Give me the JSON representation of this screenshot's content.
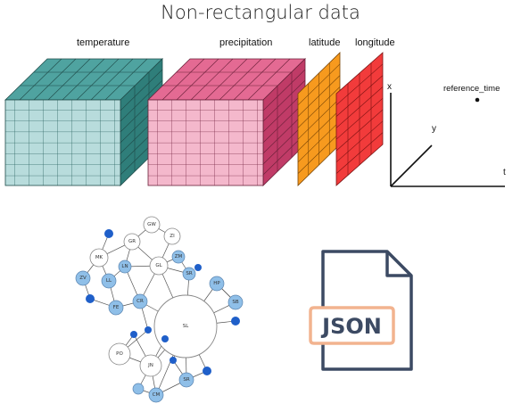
{
  "title": "Non-rectangular data",
  "arrays": [
    {
      "label": "temperature",
      "color_front": "#b8dcdc",
      "color_top": "#4fa3a0",
      "color_side": "#2f7e7a"
    },
    {
      "label": "precipitation",
      "color_front": "#f4b8cc",
      "color_top": "#e46a93",
      "color_side": "#c03b67"
    },
    {
      "label": "latitude",
      "color_front": "#f79a1e"
    },
    {
      "label": "longitude",
      "color_front": "#f23b3b"
    }
  ],
  "axes": {
    "x": "x",
    "y": "y",
    "t": "t",
    "reference": "reference_time"
  },
  "graph": {
    "nodes": [
      "GW",
      "GR",
      "ZI",
      "MK",
      "LN",
      "GL",
      "ZM",
      "ZV",
      "LL",
      "SR",
      "HP",
      "FE",
      "CR",
      "SB",
      "SL",
      "PO",
      "JN",
      "SR2",
      "CM"
    ],
    "node_labels": {
      "GW": "GW",
      "GR": "GR",
      "ZI": "ZI",
      "MK": "MK",
      "LN": "LN",
      "GL": "GL",
      "ZM": "ZM",
      "ZV": "ZV",
      "LL": "LL",
      "SR": "SR",
      "HP": "HP",
      "FE": "FE",
      "CR": "CR",
      "SB": "SB",
      "SL": "SL",
      "PO": "PO",
      "JN": "JN",
      "SR2": "SR",
      "CM": "CM"
    }
  },
  "json_icon": {
    "label": "JSON",
    "line_color": "#3c4a63",
    "accent_color": "#f2b38f"
  }
}
